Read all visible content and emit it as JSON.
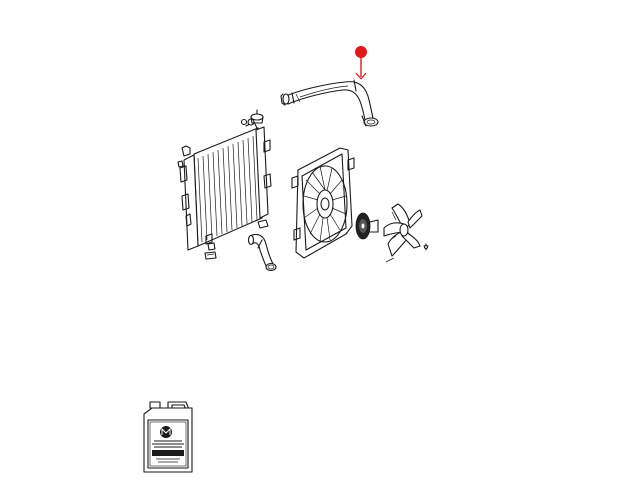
{
  "diagram": {
    "highlight_color": "#e0191b",
    "line_color": "#1a1a1a",
    "background": "#ffffff",
    "callout": {
      "target": "upper-radiator-hose",
      "marker_icon": "red-dot-marker"
    },
    "parts": [
      {
        "id": "upper-radiator-hose",
        "icon": "hose-icon"
      },
      {
        "id": "radiator",
        "icon": "radiator-icon"
      },
      {
        "id": "lower-radiator-hose",
        "icon": "hose-icon"
      },
      {
        "id": "fan-shroud",
        "icon": "fan-shroud-icon"
      },
      {
        "id": "fan-clutch",
        "icon": "pulley-icon"
      },
      {
        "id": "cooling-fan",
        "icon": "fan-icon"
      },
      {
        "id": "coolant-jug",
        "icon": "coolant-bottle-icon"
      }
    ]
  }
}
